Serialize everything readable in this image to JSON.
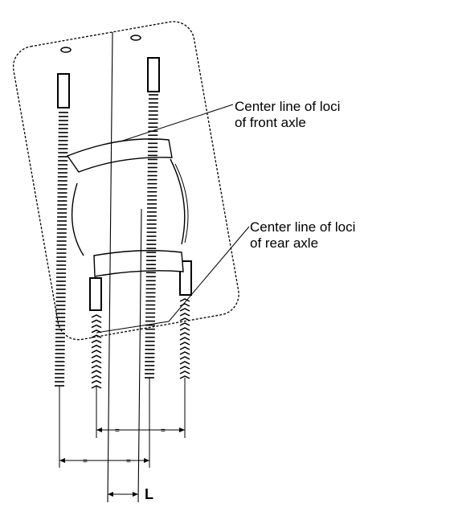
{
  "annotations": {
    "front_axle": {
      "line1": "Center line of loci",
      "line2": "of front axle"
    },
    "rear_axle": {
      "line1": "Center line of loci",
      "line2": "of rear axle"
    },
    "offset_label": "L"
  },
  "colors": {
    "ink": "#000000",
    "paper": "#ffffff"
  }
}
